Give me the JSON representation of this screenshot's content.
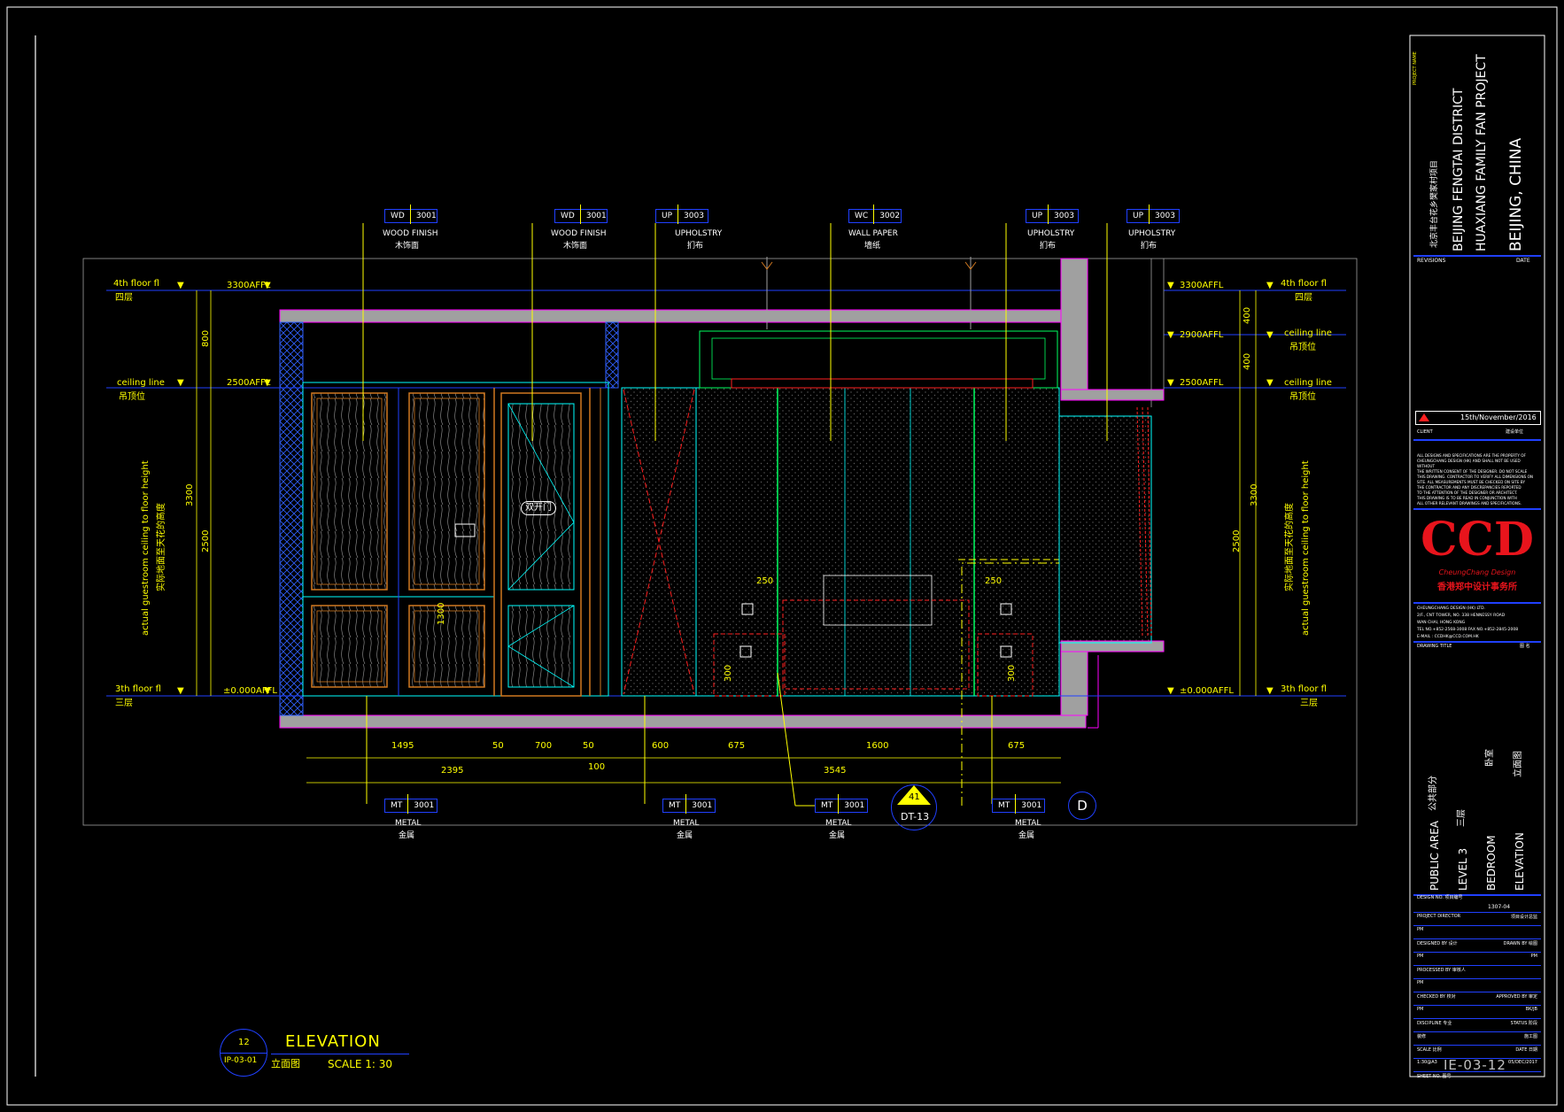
{
  "drawing": {
    "title": "ELEVATION",
    "title_cn": "立面图",
    "scale_label": "SCALE  1:  30",
    "ref_number": "12",
    "ref_sheet": "IP-03-01",
    "section_tag": {
      "number": "41",
      "sheet": "DT-13"
    },
    "grid_marker": "D"
  },
  "tags_top": [
    {
      "code": "WD",
      "num": "3001",
      "en": "WOOD FINISH",
      "cn": "木饰面"
    },
    {
      "code": "WD",
      "num": "3001",
      "en": "WOOD FINISH",
      "cn": "木饰面"
    },
    {
      "code": "UP",
      "num": "3003",
      "en": "UPHOLSTRY",
      "cn": "扪布"
    },
    {
      "code": "WC",
      "num": "3002",
      "en": "WALL PAPER",
      "cn": "墙纸"
    },
    {
      "code": "UP",
      "num": "3003",
      "en": "UPHOLSTRY",
      "cn": "扪布"
    },
    {
      "code": "UP",
      "num": "3003",
      "en": "UPHOLSTRY",
      "cn": "扪布"
    }
  ],
  "tags_bottom": [
    {
      "code": "MT",
      "num": "3001",
      "en": "METAL",
      "cn": "金属"
    },
    {
      "code": "MT",
      "num": "3001",
      "en": "METAL",
      "cn": "金属"
    },
    {
      "code": "MT",
      "num": "3001",
      "en": "METAL",
      "cn": "金属"
    },
    {
      "code": "MT",
      "num": "3001",
      "en": "METAL",
      "cn": "金属"
    }
  ],
  "levels_left": [
    {
      "en": "4th floor fl",
      "cn": "四层",
      "value": "3300AFFL"
    },
    {
      "en": "ceiling line",
      "cn": "吊顶位",
      "value": "2500AFFL"
    },
    {
      "en": "3th floor fl",
      "cn": "三层",
      "value": "±0.000AFFL"
    }
  ],
  "levels_right": [
    {
      "en": "4th floor fl",
      "cn": "四层",
      "value": "3300AFFL"
    },
    {
      "en": "ceiling line",
      "cn": "吊顶位",
      "value": "2900AFFL"
    },
    {
      "en": "ceiling line",
      "cn": "吊顶位",
      "value": "2500AFFL"
    },
    {
      "en": "3th floor fl",
      "cn": "三层",
      "value": "±0.000AFFL"
    }
  ],
  "dims_left": {
    "a": "800",
    "b": "2500",
    "total": "3300",
    "door": "1300",
    "note_en": "actual guestroom ceiling to floor height",
    "note_cn": "实际地面至天花的高度"
  },
  "dims_right": {
    "a": "400",
    "b": "400",
    "c": "2500",
    "total": "3300",
    "note_en": "actual guestroom ceiling to floor height",
    "note_cn": "实际地面至天花的高度"
  },
  "dims_bottom": {
    "row1": [
      "1495",
      "50",
      "700",
      "50",
      "600",
      "675",
      "1600",
      "675"
    ],
    "row2": [
      "2395",
      "100",
      "3545"
    ]
  },
  "dims_misc": {
    "side_left": "250",
    "side_right": "250",
    "h_left": "300",
    "h_right": "300",
    "door_label": "双开门"
  },
  "title_block": {
    "project_name_label": "PROJECT NAME",
    "project_cn": "北京丰台花乡樊家村项目",
    "project_line1": "BEIJING FENGTAI DISTRICT",
    "project_line2": "HUAXIANG FAMILY FAN PROJECT",
    "project_line3": "BEIJING, CHINA",
    "revisions_label": "REVISIONS",
    "date_label": "DATE",
    "revision_date": "15th/November/2016",
    "client_label": "CLIENT",
    "client_value": "建设单位",
    "notes": [
      "ALL DESIGNS AND SPECIFICATIONS ARE THE PROPERTY OF",
      "CHEUNGCHANG DESIGN (HK) AND SHALL NOT BE USED WITHOUT",
      "THE WRITTEN CONSENT OF THE DESIGNER. DO NOT SCALE",
      "THIS DRAWING. CONTRACTOR TO VERIFY ALL DIMENSIONS ON",
      "SITE. ALL MEASUREMENTS MUST BE CHECKED ON SITE BY",
      "THE CONTRACTOR AND ANY DISCREPANCIES REPORTED",
      "TO THE ATTENTION OF THE DESIGNER OR ARCHITECT.",
      "THIS DRAWING IS TO BE READ IN CONJUNCTION WITH",
      "ALL OTHER RELEVANT DRAWINGS AND SPECIFICATIONS."
    ],
    "logo": "CCD",
    "logo_sub": "CheungChang  Design",
    "logo_cn": "香港郑中设计事务所",
    "company_lines": [
      "CHEUNGCHANG DESIGN (HK) LTD.",
      "2/F., CNT TOWER, NO. 338 HENNESSY ROAD",
      "WAN CHAI, HONG KONG",
      "TEL NO.+852-2568-3008      FAX NO.+852-2845-2008",
      "E-MAIL : CCDHK@CCD.COM.HK"
    ],
    "drawing_title_label": "DRAWING TITLE",
    "drawing_title_mark": "图  名",
    "titles_en": [
      "PUBLIC AREA",
      "LEVEL 3",
      "BEDROOM",
      "ELEVATION"
    ],
    "titles_cn": [
      "公共部分",
      "三层",
      "卧室",
      "立面图"
    ],
    "design_no_label": "DESIGN NO. 项目编号",
    "design_no": "1307-04",
    "rows": [
      {
        "label": "PROJECT DIRECTOR",
        "value": "项目设计总监"
      },
      {
        "label": "PM",
        "value": ""
      },
      {
        "label": "DESIGNED BY 设计",
        "value": "DRAWN BY 绘图"
      },
      {
        "label": "PM",
        "value": "PM"
      },
      {
        "label": "PROCESSED BY 审核人",
        "value": ""
      },
      {
        "label": "PM",
        "value": ""
      },
      {
        "label": "CHECKED BY 校对",
        "value": "APPROVED BY 审定"
      },
      {
        "label": "PM",
        "value": "BK/JB"
      },
      {
        "label": "DISCIPLINE 专业",
        "value": "STATUS 阶段"
      },
      {
        "label": "装修",
        "value": "施工图"
      },
      {
        "label": "SCALE 比例",
        "value": "DATE 日期"
      },
      {
        "label": "1:30@A3",
        "value": "05/DEC/2017"
      },
      {
        "label": "SHEET NO. 图号",
        "value": ""
      }
    ],
    "sheet_number": "IE-03-12"
  },
  "colors": {
    "bg": "#000000",
    "yellow": "#ffff00",
    "cyan": "#00ffff",
    "blue": "#2040ff",
    "magenta": "#ff00ff",
    "red": "#ff2020",
    "green": "#00ff60",
    "orange": "#d07820",
    "gray": "#a0a0a0",
    "white": "#ffffff",
    "logo_red": "#e8141c"
  }
}
